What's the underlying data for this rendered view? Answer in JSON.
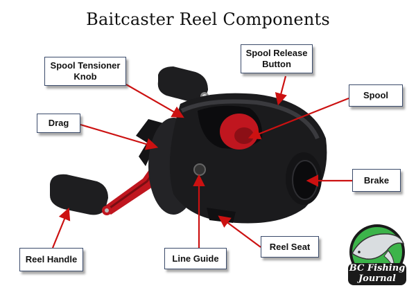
{
  "title": "Baitcaster Reel Components",
  "colors": {
    "arrow": "#cc1111",
    "label_border": "#3a4a6a",
    "reel_body": "#1c1c1e",
    "reel_accent": "#c0161f",
    "logo_green": "#3cb44a"
  },
  "labels": {
    "spool_tensioner_knob": "Spool Tensioner Knob",
    "spool_release_button": "Spool Release Button",
    "spool": "Spool",
    "drag": "Drag",
    "brake": "Brake",
    "reel_handle": "Reel Handle",
    "line_guide": "Line Guide",
    "reel_seat": "Reel Seat"
  },
  "logo": {
    "line1": "BC Fishing",
    "line2": "Journal"
  }
}
